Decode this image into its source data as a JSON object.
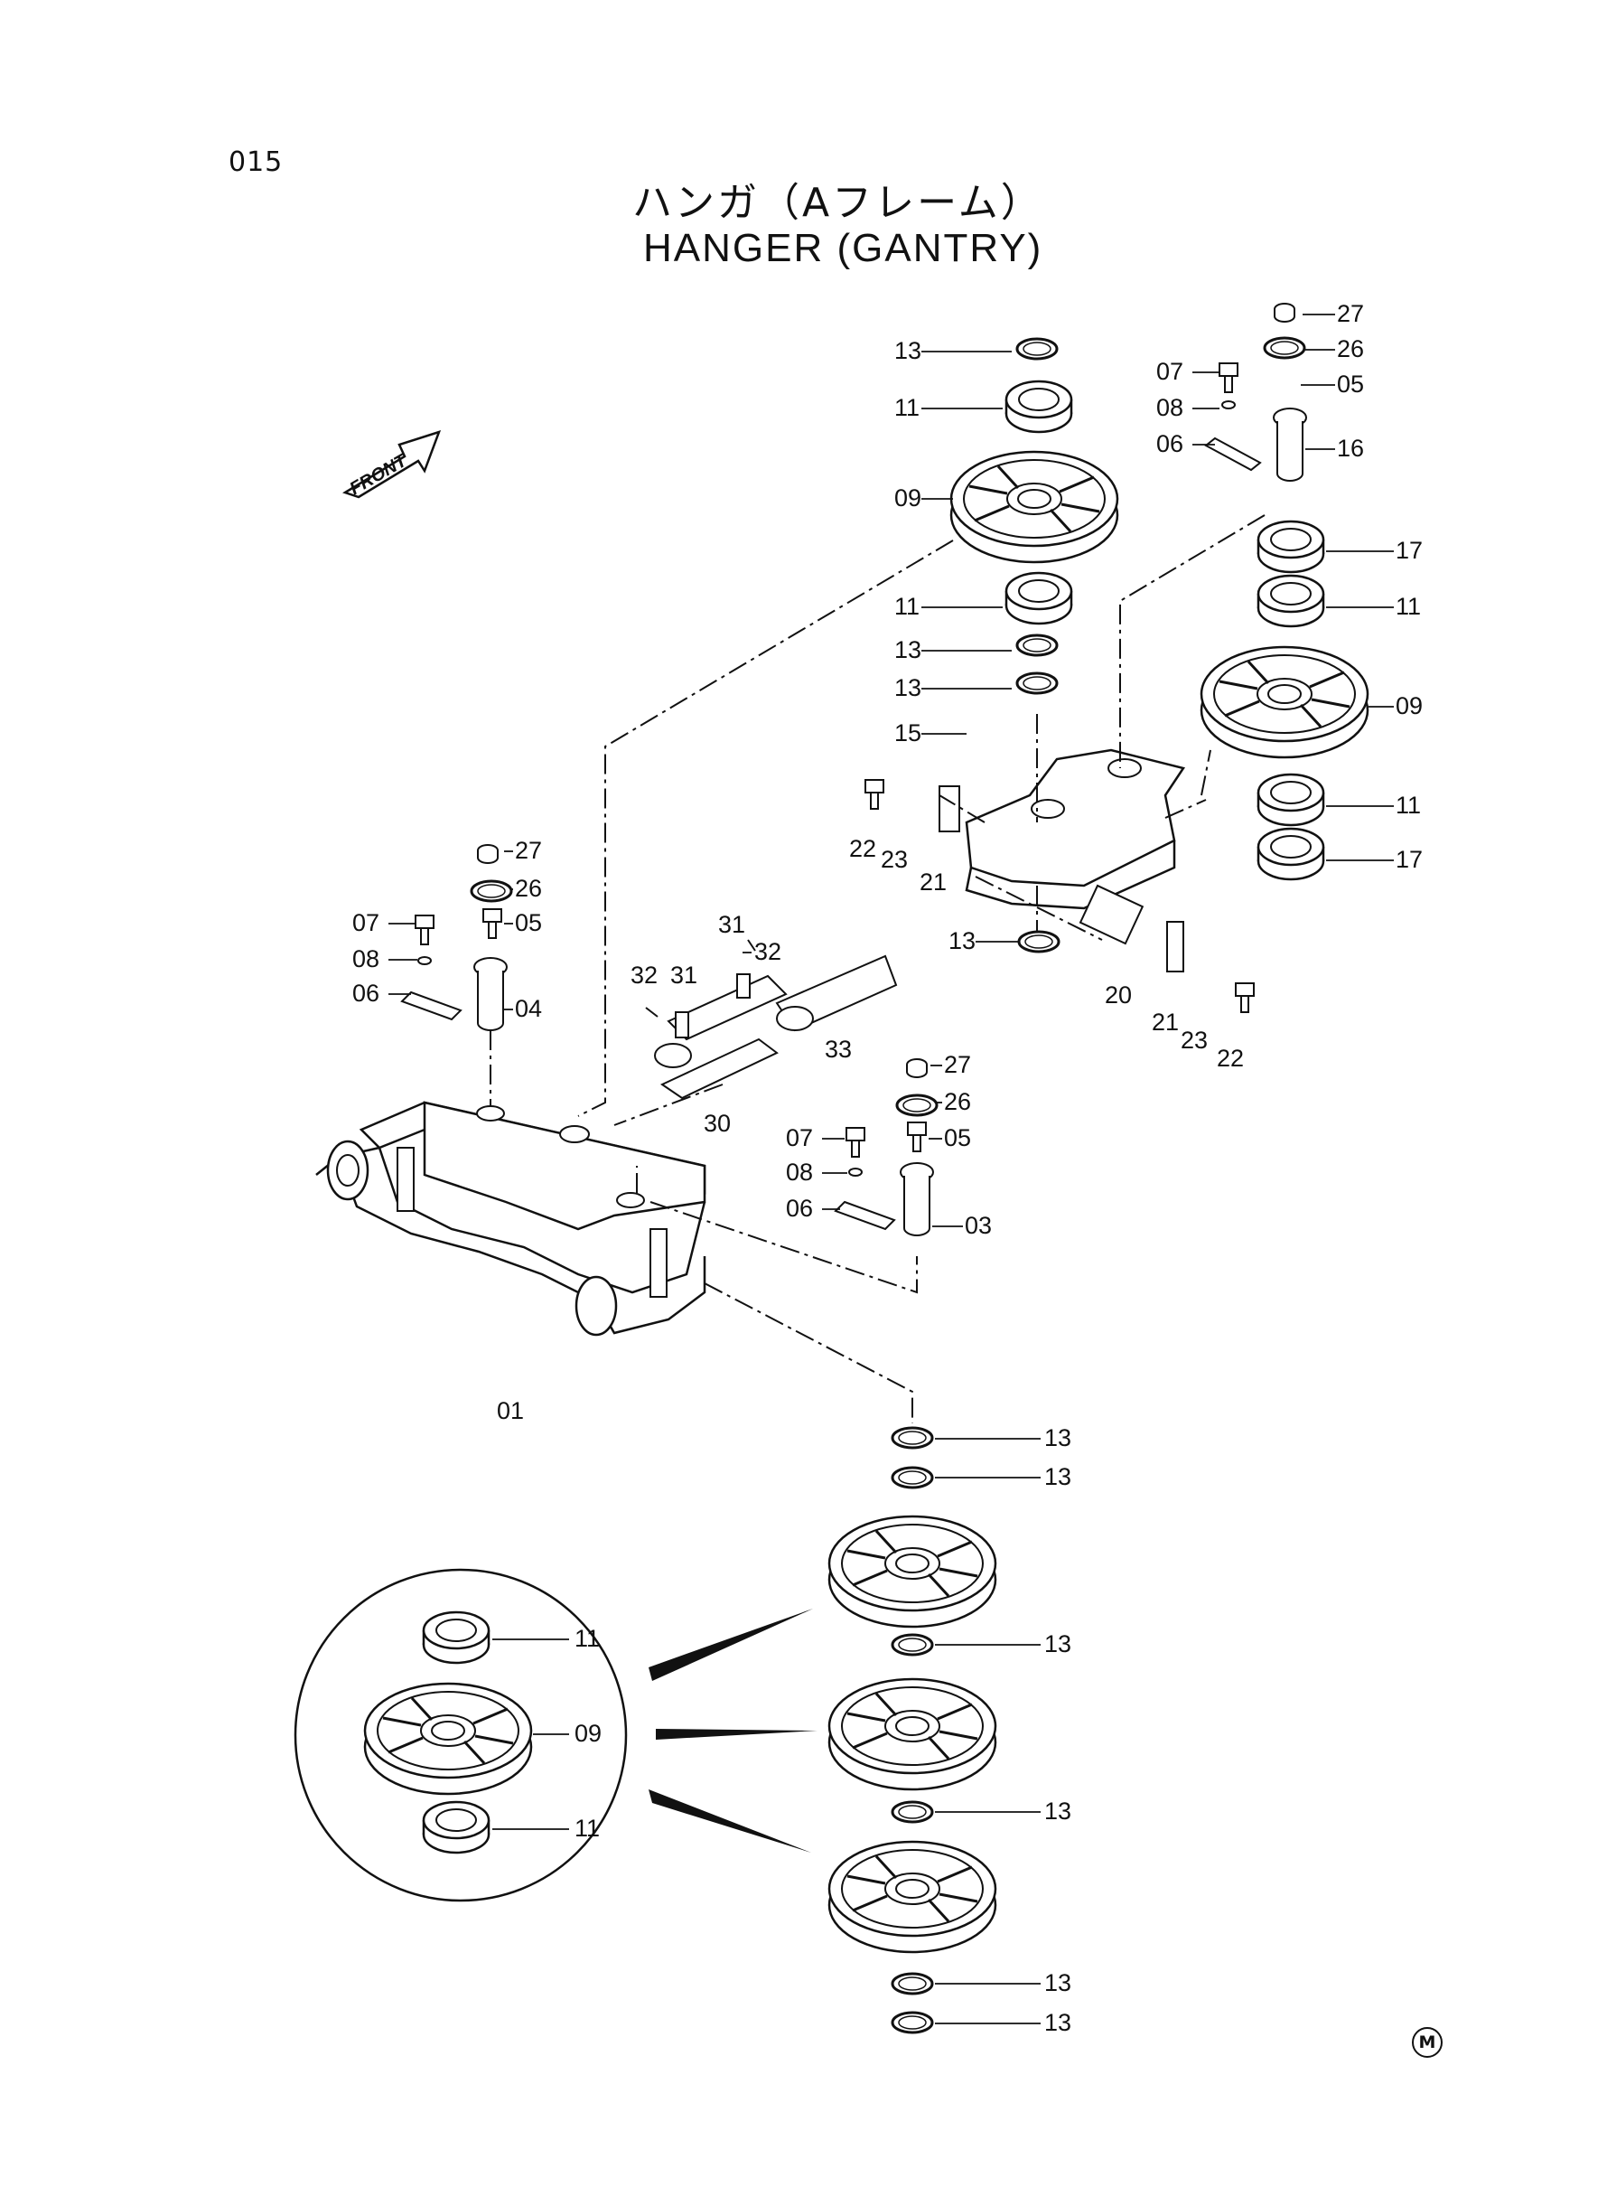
{
  "page": {
    "number": "015",
    "title_jp": "ハンガ（Aフレーム）",
    "title_en": "HANGER (GANTRY)",
    "front_label": "FRONT",
    "corner_mark": "M"
  },
  "part_labels": [
    "13",
    "11",
    "09",
    "11",
    "13",
    "13",
    "15",
    "27",
    "26",
    "07",
    "05",
    "08",
    "06",
    "16",
    "17",
    "11",
    "09",
    "11",
    "17",
    "22",
    "23",
    "21",
    "13",
    "20",
    "21",
    "23",
    "22",
    "27",
    "26",
    "07",
    "05",
    "08",
    "06",
    "04",
    "31",
    "32",
    "32",
    "31",
    "33",
    "30",
    "27",
    "26",
    "07",
    "05",
    "08",
    "06",
    "03",
    "01",
    "13",
    "13",
    "13",
    "13",
    "13",
    "13",
    "11",
    "09",
    "11"
  ]
}
